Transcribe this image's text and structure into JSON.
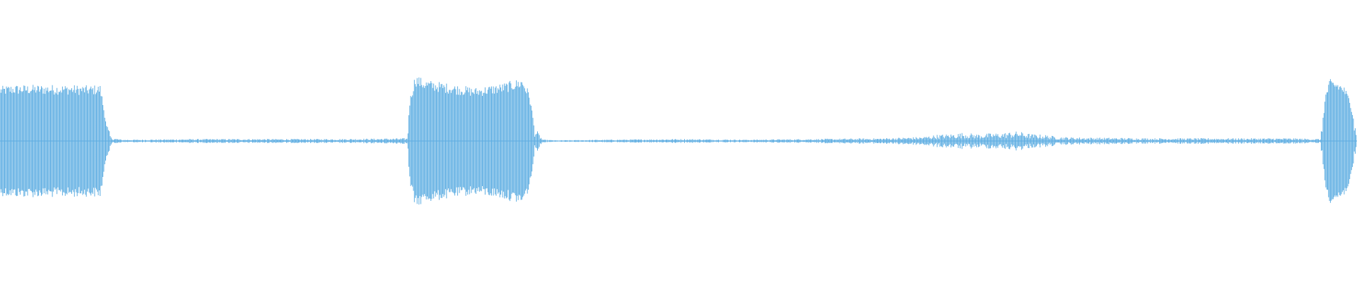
{
  "colors": {
    "waveform": "#5dade2",
    "background": "#ffffff"
  },
  "chart_data": {
    "type": "area",
    "title": "",
    "xlabel": "",
    "ylabel": "",
    "grid": false,
    "legend": "none",
    "xlim": [
      0,
      1
    ],
    "ylim": [
      -1,
      1
    ],
    "symmetric": true,
    "series": [
      {
        "x": [
          0,
          0.01,
          0.03,
          0.05,
          0.065,
          0.074,
          0.078,
          0.082,
          0.09,
          0.1,
          0.15,
          0.2,
          0.25,
          0.3,
          0.302,
          0.306,
          0.312,
          0.33,
          0.35,
          0.37,
          0.385,
          0.39,
          0.394,
          0.4,
          0.41,
          0.45,
          0.5,
          0.55,
          0.6,
          0.65,
          0.68,
          0.69,
          0.7,
          0.71,
          0.72,
          0.73,
          0.74,
          0.75,
          0.76,
          0.77,
          0.78,
          0.8,
          0.85,
          0.9,
          0.95,
          0.973,
          0.977,
          0.98,
          0.985,
          0.99,
          0.995,
          1.0
        ],
        "y": [
          0.78,
          0.8,
          0.8,
          0.8,
          0.79,
          0.8,
          0.3,
          0.05,
          0.02,
          0.02,
          0.03,
          0.03,
          0.03,
          0.04,
          0.6,
          0.95,
          0.88,
          0.82,
          0.76,
          0.82,
          0.9,
          0.7,
          0.2,
          0.02,
          0.01,
          0.02,
          0.03,
          0.02,
          0.03,
          0.04,
          0.06,
          0.09,
          0.1,
          0.12,
          0.1,
          0.11,
          0.12,
          0.14,
          0.1,
          0.09,
          0.06,
          0.05,
          0.04,
          0.04,
          0.04,
          0.03,
          0.7,
          0.88,
          0.86,
          0.8,
          0.6,
          0.1
        ]
      }
    ]
  }
}
